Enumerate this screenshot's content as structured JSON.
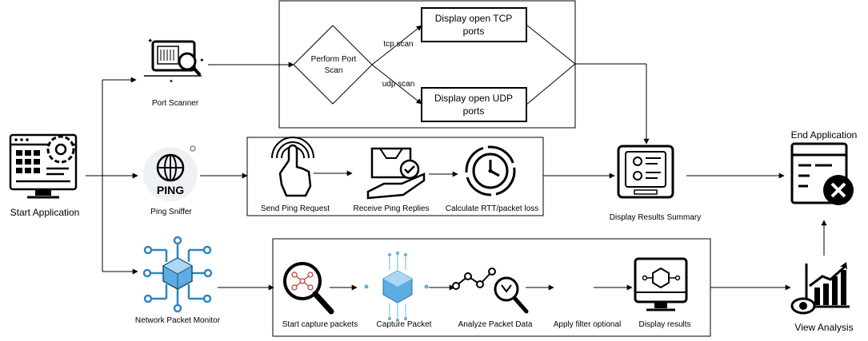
{
  "start": {
    "label": "Start Application"
  },
  "end": {
    "label": "End Application"
  },
  "view": {
    "label": "View Analysis"
  },
  "summary": {
    "label": "Display Results Summary"
  },
  "port_scanner": {
    "label": "Port Scanner",
    "decision": [
      "Perform Port",
      "Scan"
    ],
    "tcp_edge": "tcp scan",
    "udp_edge": "udp scan",
    "tcp_box": [
      "Display open TCP",
      "ports"
    ],
    "udp_box": [
      "Display open UDP",
      "ports"
    ]
  },
  "ping_sniffer": {
    "label": "Ping Sniffer",
    "icon_text": "PING",
    "steps": [
      "Send Ping Request",
      "Receive Ping Replies",
      "Calculate RTT/packet loss"
    ]
  },
  "packet_monitor": {
    "label": "Network Packet Monitor",
    "steps": [
      "Start capture packets",
      "Capture Packet",
      "Analyze Packet Data",
      "Apply filter optional",
      "Display results"
    ]
  },
  "colors": {
    "line": "#000000",
    "blue": "#2e86c1",
    "light_blue": "#5dade2"
  }
}
